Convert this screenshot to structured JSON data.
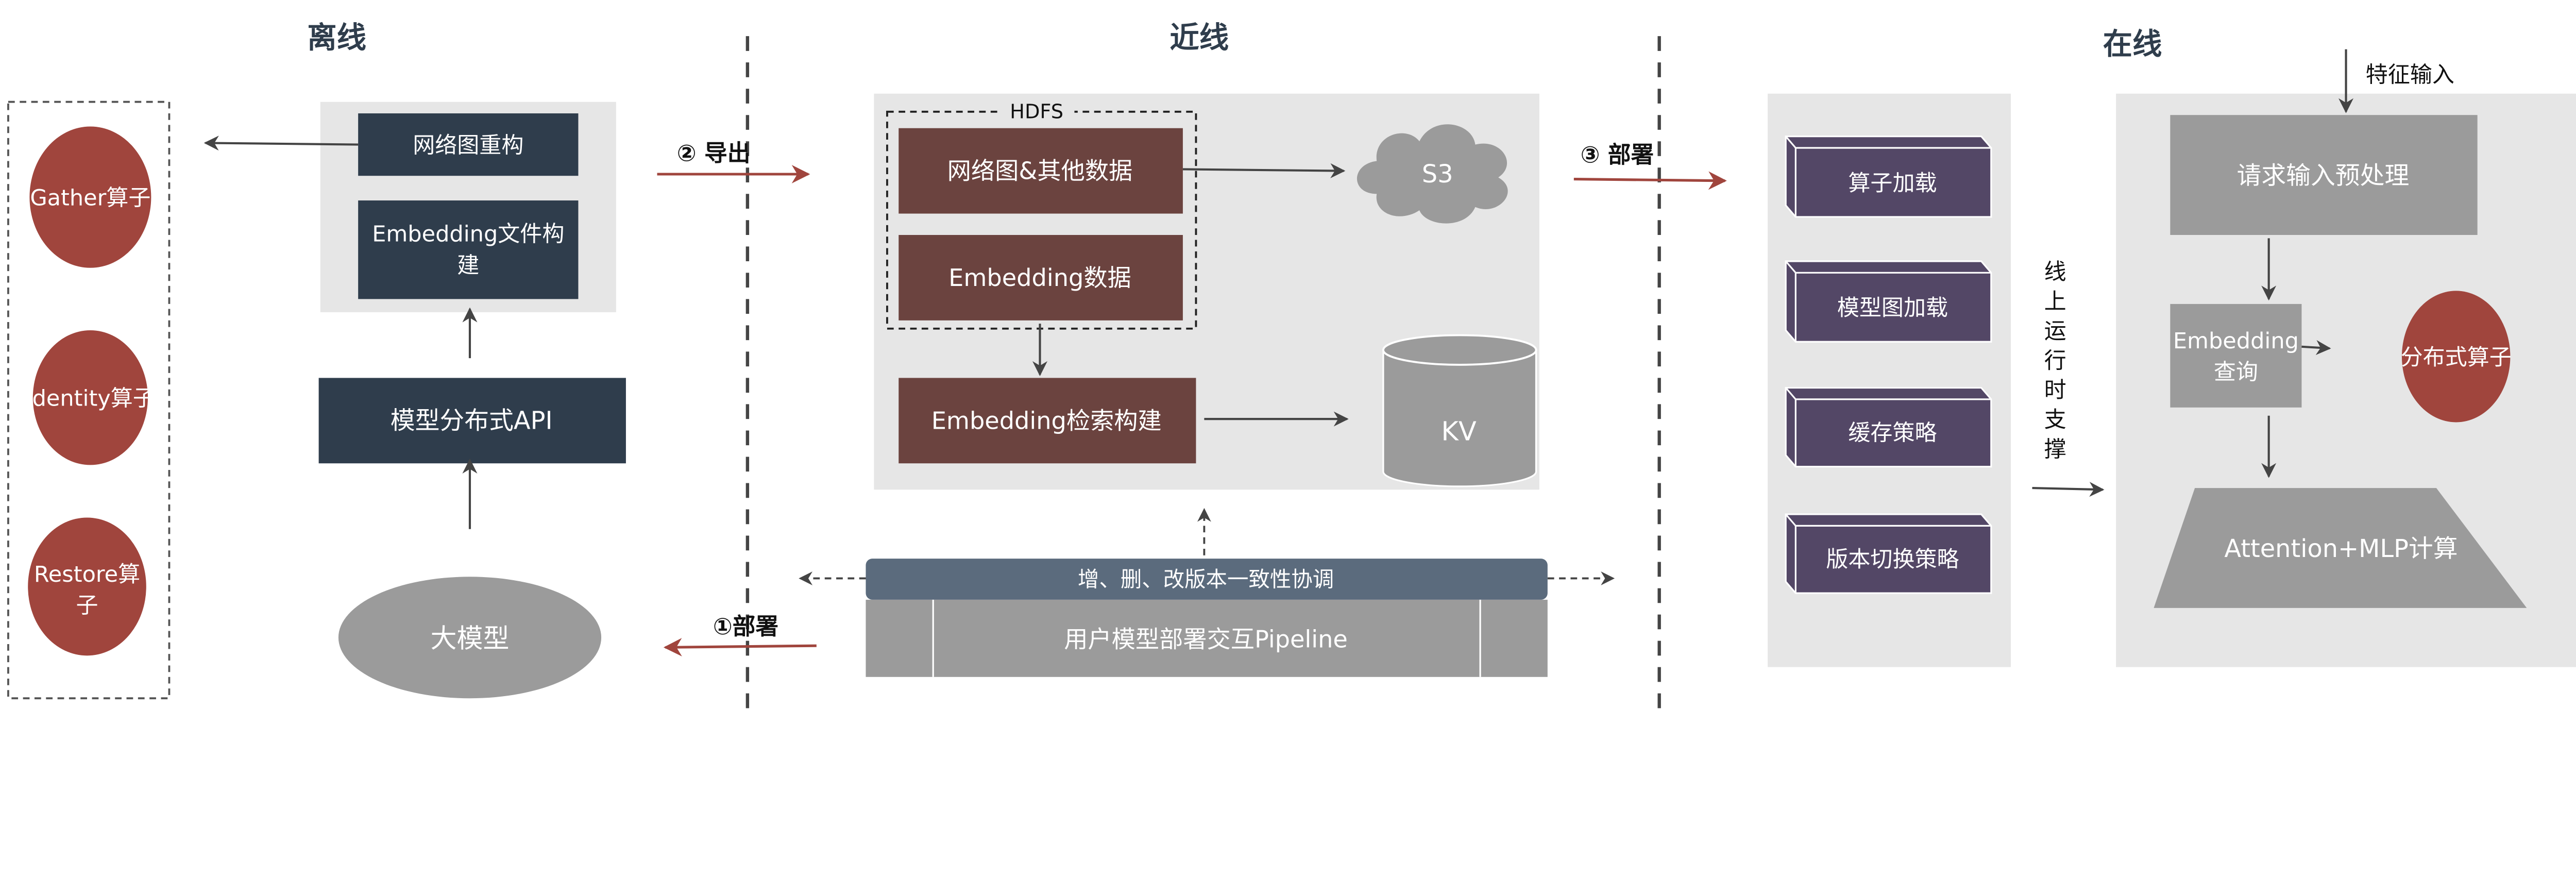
{
  "sections": {
    "offline": "离线",
    "nearline": "近线",
    "online": "在线"
  },
  "offline": {
    "operators": [
      {
        "line1": "Gather算子",
        "line2": ""
      },
      {
        "line1": "Identity算子",
        "line2": ""
      },
      {
        "line1": "Restore算",
        "line2": "子"
      }
    ],
    "graph_rebuild": "网络图重构",
    "embedding_file_line1": "Embedding文件构",
    "embedding_file_line2": "建",
    "distributed_api": "模型分布式API",
    "big_model": "大模型"
  },
  "flows": {
    "export": "② 导出",
    "deploy1": "①部署",
    "deploy3": "③ 部署"
  },
  "nearline": {
    "hdfs": "HDFS",
    "graph_data": "网络图&其他数据",
    "embedding_data": "Embedding数据",
    "embedding_index": "Embedding检索构建",
    "s3": "S3",
    "kv": "KV",
    "consistency": "增、删、改版本一致性协调",
    "pipeline": "用户模型部署交互Pipeline"
  },
  "online": {
    "runtime": [
      "算子加载",
      "模型图加载",
      "缓存策略",
      "版本切换策略"
    ],
    "runtime_support": [
      "线",
      "上",
      "运",
      "行",
      "时",
      "支",
      "撑"
    ],
    "feature_input": "特征输入",
    "preprocess": "请求输入预处理",
    "embedding_query_line1": "Embedding",
    "embedding_query_line2": "查询",
    "distributed_op": "分布式算子",
    "compute": "Attention+MLP计算"
  },
  "colors": {
    "dark_box": "#2f3d4c",
    "operator_red": "#a0453d",
    "brown_box": "#6b433f",
    "purple_box": "#534766",
    "grey_box": "#9b9b9b",
    "panel": "#e6e6e6",
    "consistency_bar": "#5b6b7d"
  }
}
